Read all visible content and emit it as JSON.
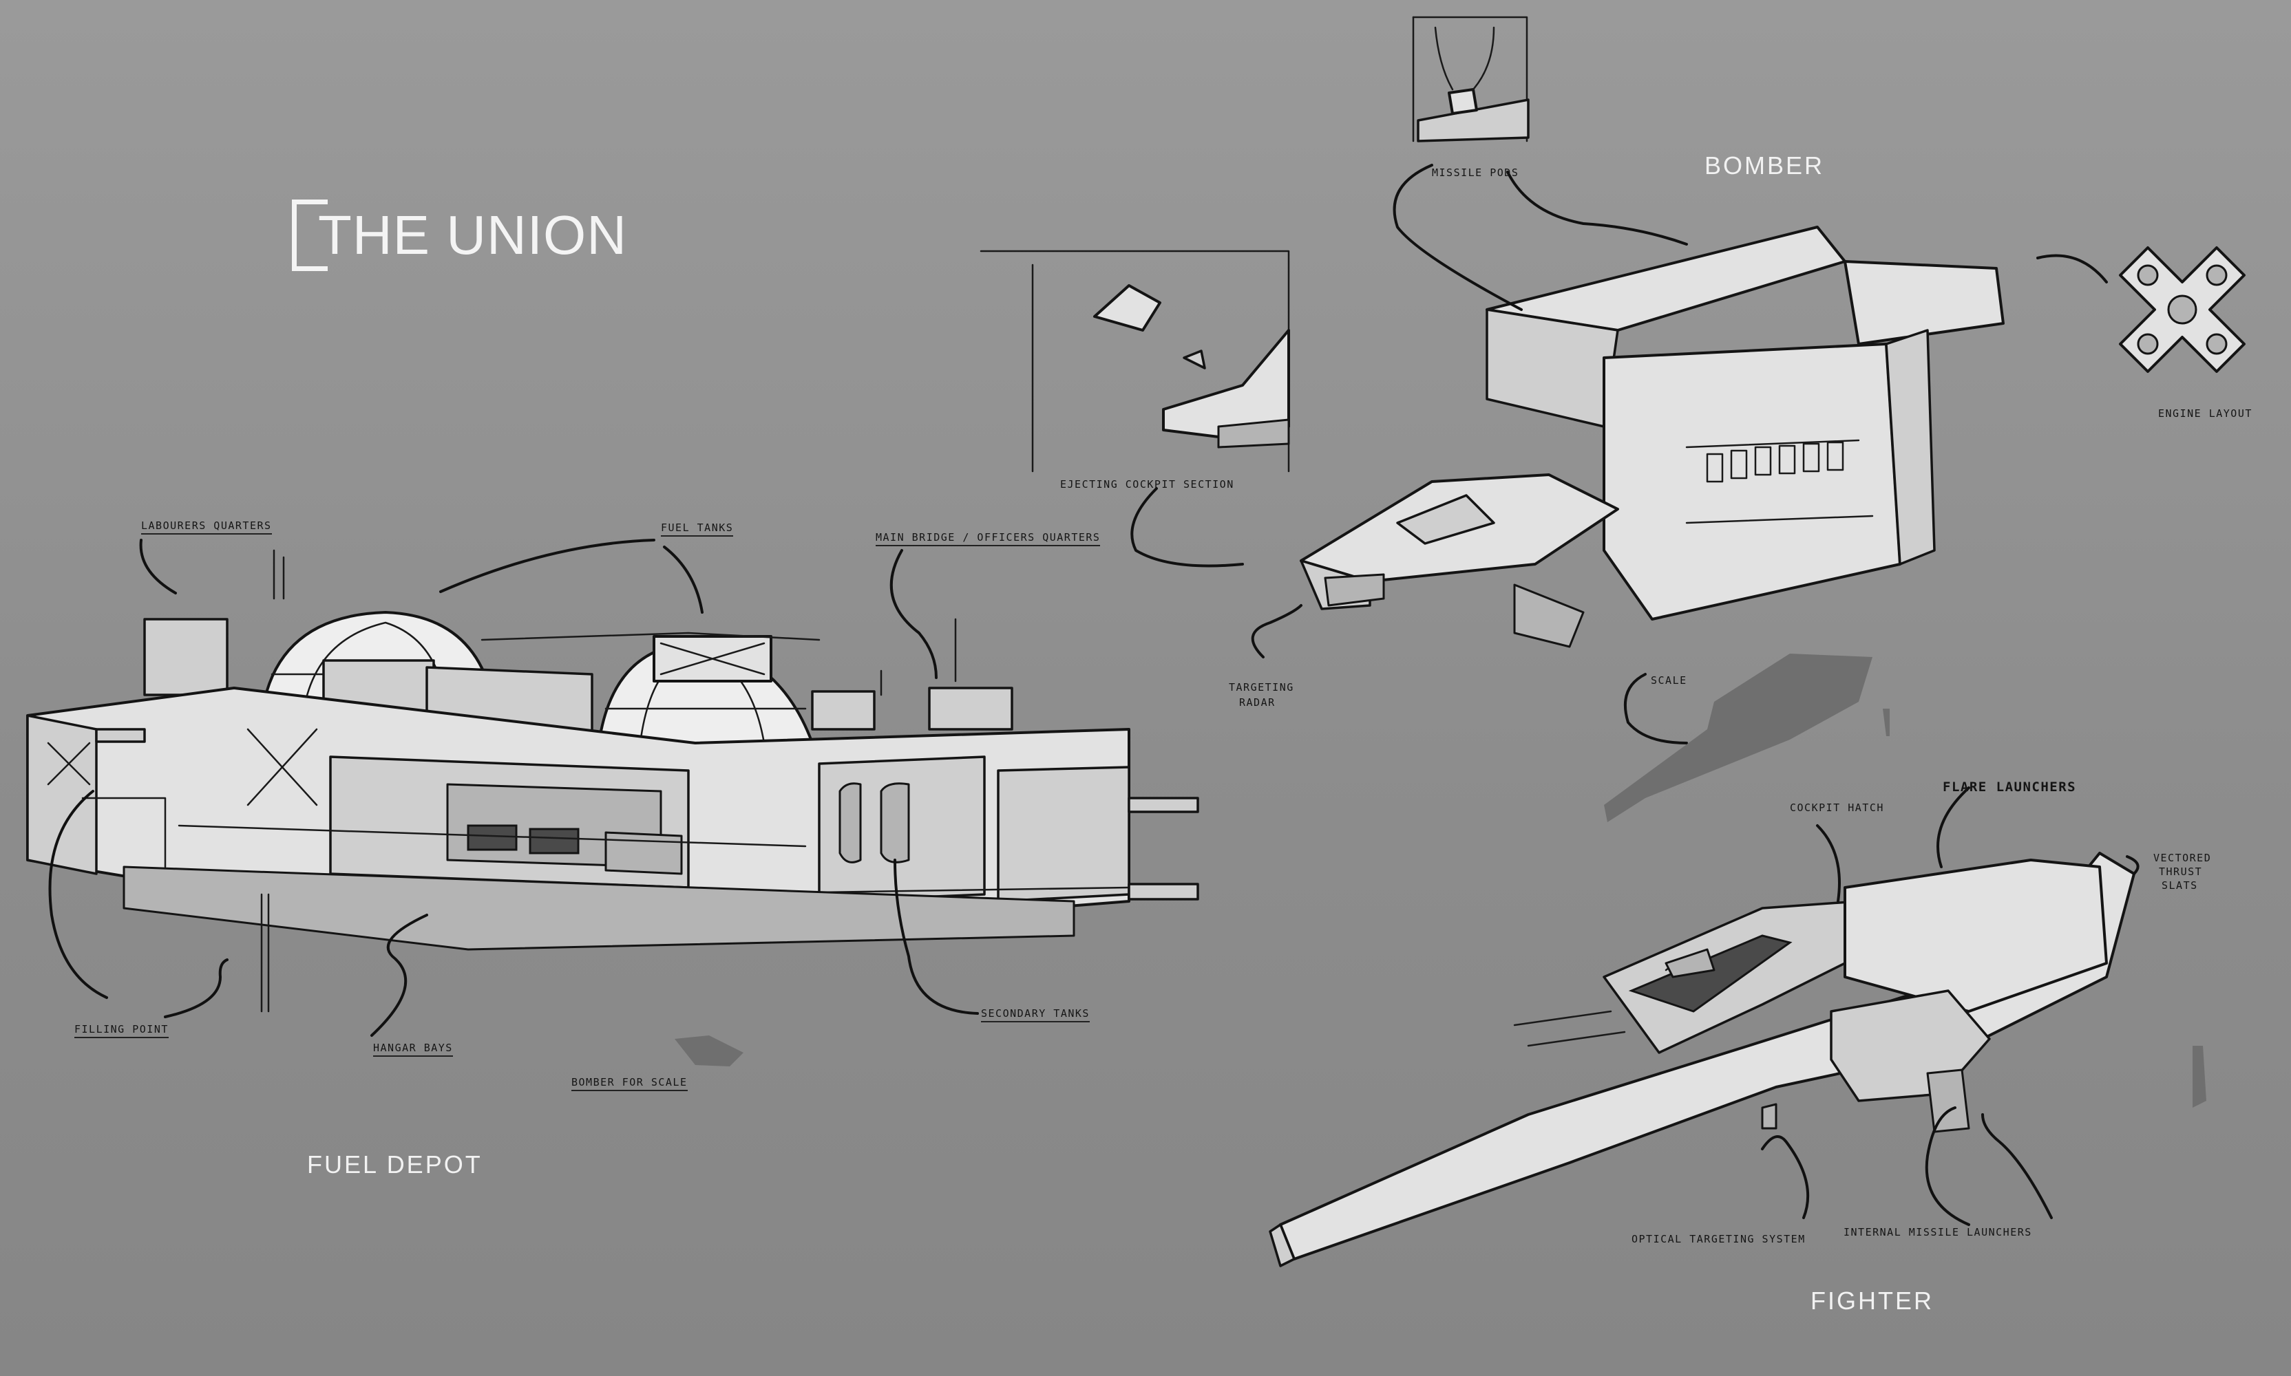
{
  "logo": {
    "title": "THE UNION"
  },
  "sections": {
    "fuel_depot": "FUEL DEPOT",
    "bomber": "BOMBER",
    "fighter": "FIGHTER"
  },
  "fuel_depot_notes": {
    "labourers_quarters": "LABOURERS QUARTERS",
    "fuel_tanks": "FUEL TANKS",
    "main_bridge": "MAIN BRIDGE / OFFICERS QUARTERS",
    "filling_point": "FILLING POINT",
    "hangar_bays": "HANGAR BAYS",
    "secondary_tanks": "SECONDARY TANKS",
    "bomber_for_scale": "BOMBER FOR SCALE"
  },
  "bomber_notes": {
    "missile_pods": "MISSILE PODS",
    "ejecting_cockpit_section": "EJECTING COCKPIT SECTION",
    "targeting_radar_line1": "TARGETING",
    "targeting_radar_line2": "RADAR",
    "scale": "SCALE",
    "engine_layout": "ENGINE LAYOUT"
  },
  "fighter_notes": {
    "cockpit_hatch": "COCKPIT HATCH",
    "flare_launchers": "FLARE LAUNCHERS",
    "vectored_line1": "VECTORED",
    "vectored_line2": "THRUST",
    "vectored_line3": "SLATS",
    "optical_targeting": "OPTICAL TARGETING SYSTEM",
    "internal_missile": "INTERNAL MISSILE LAUNCHERS"
  }
}
